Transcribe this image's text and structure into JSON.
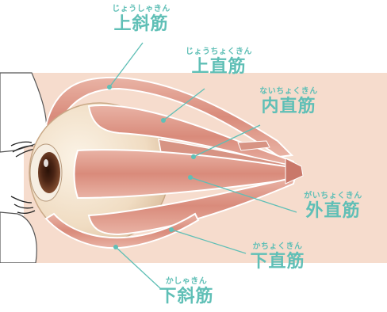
{
  "colors": {
    "label": "#5fbfb6",
    "muscle": "#e0a091",
    "muscle_dark": "#c9786a",
    "skin": "#f6dccd",
    "sclera": "#f8efe0",
    "iris": "#6b3b28"
  },
  "labels": {
    "superior_oblique": {
      "ruby": "じょうしゃきん",
      "main": "上斜筋"
    },
    "superior_rectus": {
      "ruby": "じょうちょくきん",
      "main": "上直筋"
    },
    "medial_rectus": {
      "ruby": "ないちょくきん",
      "main": "内直筋"
    },
    "lateral_rectus": {
      "ruby": "がいちょくきん",
      "main": "外直筋"
    },
    "inferior_rectus": {
      "ruby": "かちょくきん",
      "main": "下直筋"
    },
    "inferior_oblique": {
      "ruby": "かしゃきん",
      "main": "下斜筋"
    }
  }
}
